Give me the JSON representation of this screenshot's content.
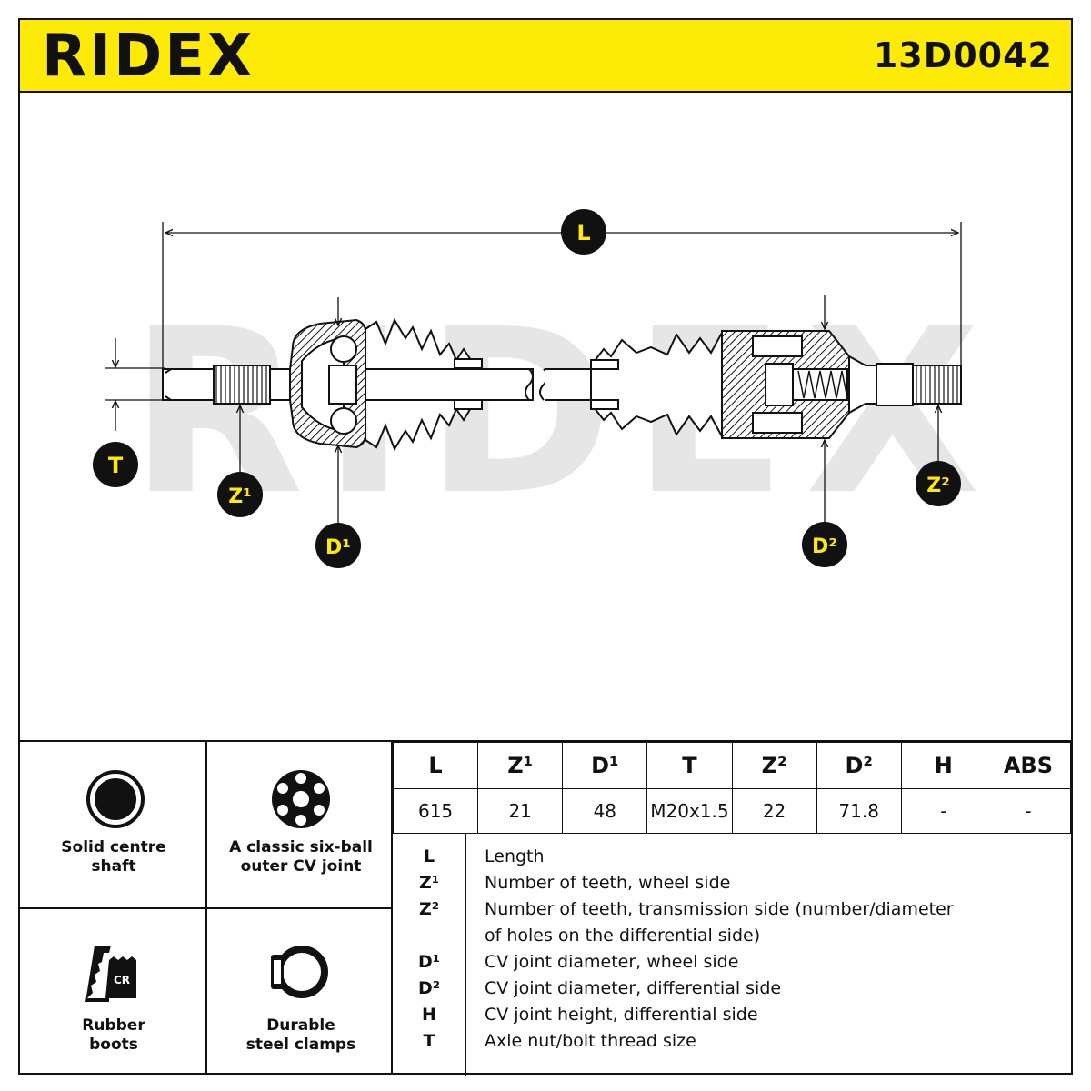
{
  "header": {
    "brand": "RIDEX",
    "part_number": "13D0042",
    "background_color": "#fdea07"
  },
  "diagram": {
    "watermark": "RIDEX",
    "labels": {
      "L": "L",
      "T": "T",
      "Z1": "Z¹",
      "D1": "D¹",
      "D2": "D²",
      "Z2": "Z²"
    }
  },
  "features": [
    {
      "icon": "solid-shaft-icon",
      "text_lines": [
        "Solid centre",
        "shaft"
      ]
    },
    {
      "icon": "six-ball-joint-icon",
      "text_lines": [
        "A classic six-ball",
        "outer CV joint"
      ]
    },
    {
      "icon": "rubber-boot-icon",
      "badge": "CR",
      "text_lines": [
        "Rubber",
        "boots"
      ]
    },
    {
      "icon": "steel-clamp-icon",
      "text_lines": [
        "Durable",
        "steel clamps"
      ]
    }
  ],
  "spec_table": {
    "headers": [
      "L",
      "Z¹",
      "D¹",
      "T",
      "Z²",
      "D²",
      "H",
      "ABS"
    ],
    "values": [
      "615",
      "21",
      "48",
      "M20x1.5",
      "22",
      "71.8",
      "-",
      "-"
    ]
  },
  "legend": [
    {
      "key": "L",
      "lines": [
        "Length"
      ]
    },
    {
      "key": "Z¹",
      "lines": [
        "Number of teeth, wheel side"
      ]
    },
    {
      "key": "Z²",
      "lines": [
        "Number of teeth, transmission side (number/diameter",
        "of holes on the differential side)"
      ]
    },
    {
      "key": "D¹",
      "lines": [
        "CV joint diameter, wheel side"
      ]
    },
    {
      "key": "D²",
      "lines": [
        "CV joint diameter, differential side"
      ]
    },
    {
      "key": "H",
      "lines": [
        "CV joint height, differential side"
      ]
    },
    {
      "key": "T",
      "lines": [
        "Axle nut/bolt thread size"
      ]
    }
  ]
}
